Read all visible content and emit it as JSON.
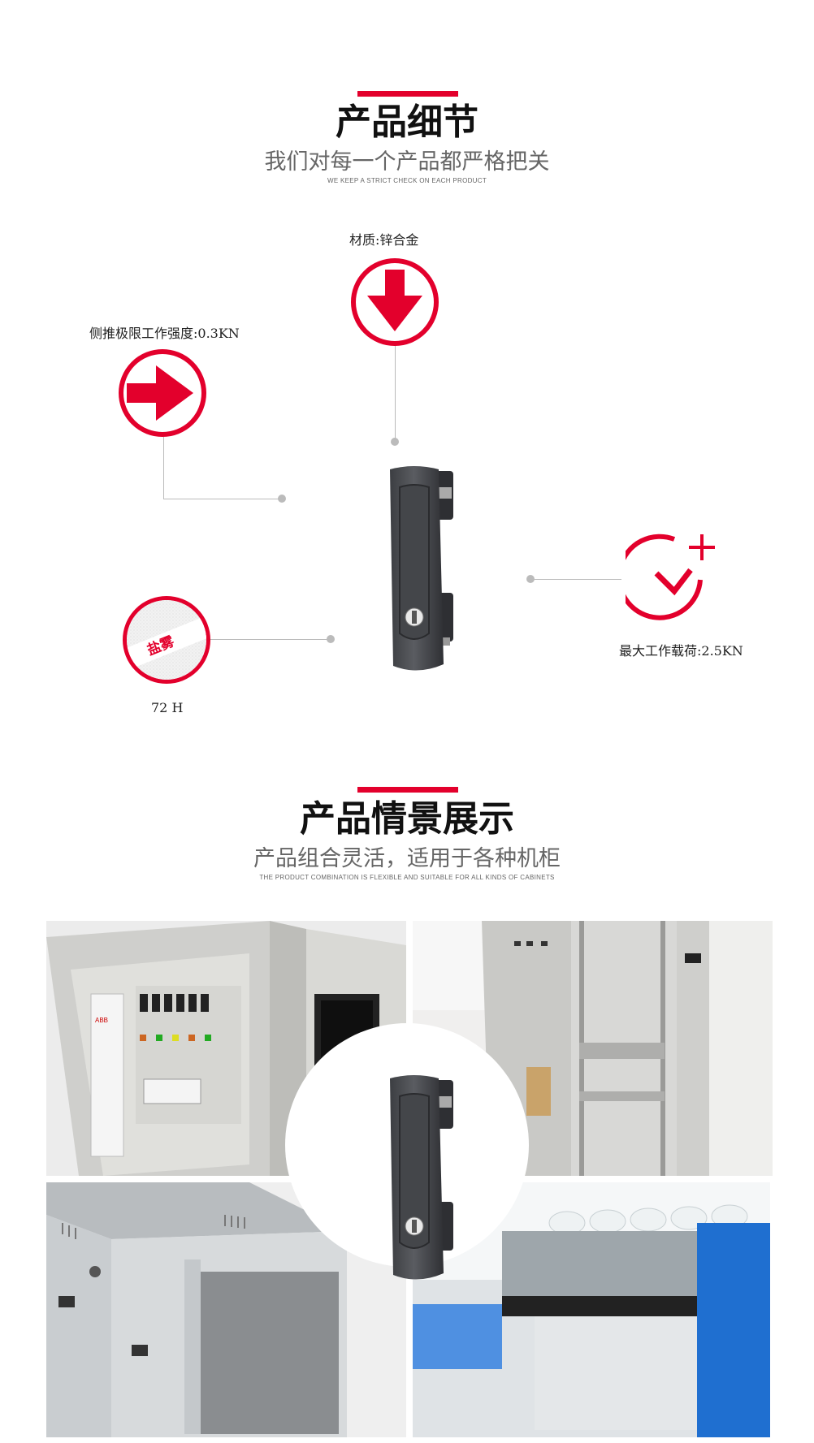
{
  "details": {
    "title": "产品细节",
    "subtitle": "我们对每一个产品都严格把关",
    "subtitle_en": "WE KEEP A STRICT CHECK ON EACH PRODUCT",
    "features": {
      "material": "材质:锌合金",
      "side_push": "侧推极限工作强度:0.3KN",
      "salt_spray_badge": "盐雾",
      "salt_spray_hours": "72 H",
      "max_load": "最大工作载荷:2.5KN"
    }
  },
  "scenes": {
    "title": "产品情景展示",
    "subtitle": "产品组合灵活，适用于各种机柜",
    "subtitle_en": "THE PRODUCT COMBINATION IS FLEXIBLE AND SUITABLE FOR ALL KINDS OF CABINETS",
    "cabinet_brand": "ABB"
  },
  "colors": {
    "accent": "#e3002c",
    "line": "#bbbbbb",
    "handle": "#4a4c50"
  },
  "icons": [
    "arrow-down-icon",
    "arrow-right-icon",
    "salt-spray-icon",
    "clock-plus-icon",
    "lock-icon"
  ]
}
